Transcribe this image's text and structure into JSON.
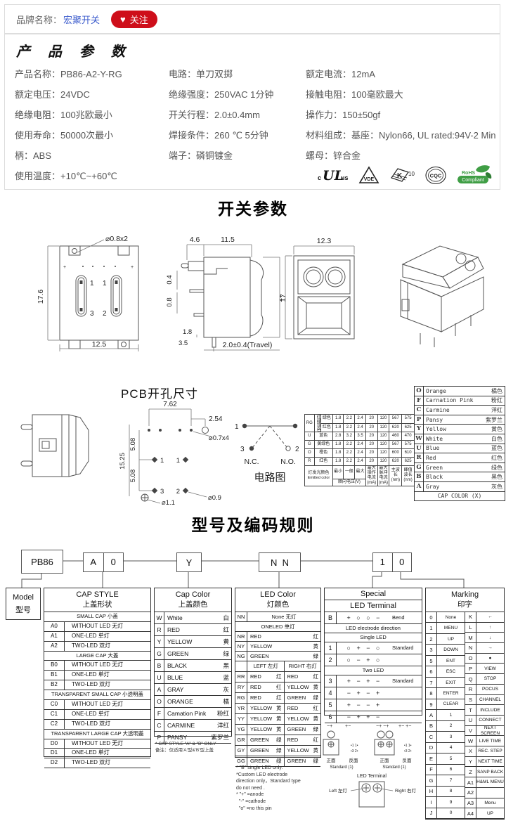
{
  "header": {
    "brand_label": "品牌名称：",
    "brand_name": "宏聚开关",
    "follow_label": "关注",
    "heart": "♥"
  },
  "product": {
    "title": "产 品 参 数",
    "col1": [
      {
        "label": "产品名称：",
        "value": "PB86-A2-Y-RG"
      },
      {
        "label": "额定电压：",
        "value": "24VDC"
      },
      {
        "label": "绝缘电阻：",
        "value": "100兆欧最小"
      },
      {
        "label": "使用寿命：",
        "value": "50000次最小"
      },
      {
        "label": "柄：",
        "value": "ABS"
      },
      {
        "label": "使用温度：",
        "value": "+10℃~+60℃"
      }
    ],
    "col2": [
      {
        "label": "电路：",
        "value": "单刀双掷"
      },
      {
        "label": "绝缘强度：",
        "value": "250VAC 1分钟"
      },
      {
        "label": "开关行程：",
        "value": "2.0±0.4mm"
      },
      {
        "label": "焊接条件：",
        "value": "260 ℃ 5分钟"
      },
      {
        "label": "端子：",
        "value": "磷铜镀金"
      }
    ],
    "col3": [
      {
        "label": "额定电流：",
        "value": "12mA"
      },
      {
        "label": "接触电阻：",
        "value": "100毫欧最大"
      },
      {
        "label": "操作力：",
        "value": "150±50gf"
      },
      {
        "label": "材料组成：",
        "value": "基座：Nylon66, UL  rated:94V-2 Min"
      },
      {
        "label": "螺母：",
        "value": "锌合金"
      }
    ],
    "certs": {
      "ul_c": "c",
      "ul": "UL",
      "ul_us": "us",
      "vde": "VDE",
      "enec_k": "K",
      "enec_num": "10",
      "cqc": "CQC",
      "rohs1": "RoHS",
      "rohs2": "Compliant"
    }
  },
  "sw": {
    "title": "开关参数",
    "front": {
      "hole": "⌀0.8x2",
      "h": "17.6",
      "w": "12.5",
      "p1": "1",
      "p2": "3",
      "p3": "1",
      "p4": "2",
      "plus": "+"
    },
    "side": {
      "d46": "4.6",
      "d115": "11.5",
      "d04": "0.4",
      "d08": "0.8",
      "d17": "17",
      "d18": "1.8",
      "d35": "3.5",
      "travel": "2.0±0.4(Travel)"
    },
    "face": {
      "w": "12.3",
      "h": "17"
    }
  },
  "pcb": {
    "title": "PCB开孔尺寸",
    "d762": "7.62",
    "d254": "2.54",
    "d1525": "15.25",
    "d508a": "5.08",
    "d508b": "5.08",
    "h07": "⌀0.7x4",
    "h09": "⌀0.9",
    "h11": "⌀1.1",
    "p1": "1",
    "p2": "1",
    "p3": "3",
    "p4": "2"
  },
  "circuit": {
    "title": "电路图",
    "p1": "1",
    "p3": "3",
    "p2": "2",
    "nc": "N.C.",
    "no": "N.O."
  },
  "led_spec": {
    "rg": "RG",
    "rg_vert": "红绿双色",
    "sub1": {
      "color": "绿色",
      "v": [
        "1.8",
        "2.2",
        "2.4",
        "20",
        "120",
        "567",
        "575"
      ]
    },
    "sub2": {
      "color": "红色",
      "v": [
        "1.8",
        "2.2",
        "2.4",
        "20",
        "120",
        "620",
        "625"
      ]
    },
    "rows": [
      {
        "code": "U",
        "color": "蓝色",
        "v": [
          "2.8",
          "3.2",
          "3.5",
          "20",
          "120",
          "460",
          "470"
        ]
      },
      {
        "code": "G",
        "color": "黄绿色",
        "v": [
          "1.8",
          "2.2",
          "2.4",
          "20",
          "120",
          "567",
          "575"
        ]
      },
      {
        "code": "O",
        "color": "橙色",
        "v": [
          "1.8",
          "2.2",
          "2.4",
          "20",
          "120",
          "600",
          "610"
        ]
      },
      {
        "code": "R",
        "color": "红色",
        "v": [
          "1.8",
          "2.2",
          "2.4",
          "20",
          "120",
          "620",
          "625"
        ]
      }
    ],
    "f": {
      "emitted": "灯发光颜色",
      "emitted_en": "Emitted color",
      "vmin": "最小",
      "vtyp": "一般",
      "vmax": "最大",
      "vf": "顺向电压(V)",
      "iop": "最大操作电流(mA)",
      "ipk": "最大脉冲电流(mA)",
      "wld": "主波长(nm)",
      "wlp": "峰值波长(nm)"
    }
  },
  "cap_color_x": {
    "rows": [
      {
        "c": "O",
        "en": "Orange",
        "cn": "橘色"
      },
      {
        "c": "F",
        "en": "Carnation Pink",
        "cn": "粉红"
      },
      {
        "c": "C",
        "en": "Carmine",
        "cn": "洋红"
      },
      {
        "c": "P",
        "en": "Pansy",
        "cn": "紫罗兰"
      },
      {
        "c": "Y",
        "en": "Yellow",
        "cn": "黄色"
      },
      {
        "c": "W",
        "en": "White",
        "cn": "白色"
      },
      {
        "c": "U",
        "en": "Blue",
        "cn": "蓝色"
      },
      {
        "c": "R",
        "en": "Red",
        "cn": "红色"
      },
      {
        "c": "G",
        "en": "Green",
        "cn": "绿色"
      },
      {
        "c": "B",
        "en": "Black",
        "cn": "黑色"
      },
      {
        "c": "A",
        "en": "Gray",
        "cn": "灰色"
      }
    ],
    "footer": "CAP COLOR (X)"
  },
  "coding": {
    "title": "型号及编码规则",
    "b_model": "PB86",
    "b_cap1": "A",
    "b_cap2": "0",
    "b_color": "Y",
    "b_led": "N  N",
    "b_sp1": "1",
    "b_sp2": "0"
  },
  "model_box": {
    "en": "Model",
    "cn": "型号"
  },
  "cap_style": {
    "en": "CAP STYLE",
    "cn": "上盖形状",
    "groups": [
      {
        "title": "SMALL CAP 小盖",
        "items": [
          {
            "c": "A0",
            "t": "WITHOUT LED 无灯"
          },
          {
            "c": "A1",
            "t": "ONE-LED 单灯"
          },
          {
            "c": "A2",
            "t": "TWO-LED 双灯"
          }
        ]
      },
      {
        "title": "LARGE CAP 大盖",
        "items": [
          {
            "c": "B0",
            "t": "WITHOUT LED 无灯"
          },
          {
            "c": "B1",
            "t": "ONE-LED 单灯"
          },
          {
            "c": "B2",
            "t": "TWO-LED 双灯"
          }
        ]
      },
      {
        "title": "TRANSPARENT SMALL CAP 小透明盖",
        "items": [
          {
            "c": "C0",
            "t": "WITHOUT LED 无灯"
          },
          {
            "c": "C1",
            "t": "ONE-LED 单灯"
          },
          {
            "c": "C2",
            "t": "TWO-LED 双灯"
          }
        ]
      },
      {
        "title": "TRANSPARENT LARGE CAP 大透明盖",
        "items": [
          {
            "c": "D0",
            "t": "WITHOUT LED 无灯"
          },
          {
            "c": "D1",
            "t": "ONE-LED 单灯"
          },
          {
            "c": "D2",
            "t": "TWO-LED 双灯"
          }
        ]
      }
    ]
  },
  "cap_color": {
    "en": "Cap Color",
    "cn": "上盖颜色",
    "rows": [
      {
        "c": "W",
        "en": "White",
        "cn": "白"
      },
      {
        "c": "R",
        "en": "RED",
        "cn": "红"
      },
      {
        "c": "Y",
        "en": "YELLOW",
        "cn": "黄"
      },
      {
        "c": "G",
        "en": "GREEN",
        "cn": "绿"
      },
      {
        "c": "B",
        "en": "BLACK",
        "cn": "黑"
      },
      {
        "c": "U",
        "en": "BLUE",
        "cn": "蓝"
      },
      {
        "c": "A",
        "en": "GRAY",
        "cn": "灰"
      },
      {
        "c": "O",
        "en": "ORANGE",
        "cn": "橘"
      },
      {
        "c": "F",
        "en": "Camation Pink",
        "cn": "粉红"
      },
      {
        "c": "C",
        "en": "CARMINE",
        "cn": "洋红"
      },
      {
        "c": "P",
        "en": "PANSY",
        "cn": "紫罗兰"
      }
    ],
    "note1": "* CAP STYLE \"A\" & \"B\" ONLY",
    "note2": "备注：仅适用'A'型&'B'型上盖"
  },
  "led_color": {
    "en": "LED Color",
    "cn": "灯颜色",
    "nn_code": "NN",
    "nn_label": "None 无灯",
    "one_header": "ONELED  单灯",
    "one": [
      {
        "c": "NR",
        "en": "RED",
        "cn": "红"
      },
      {
        "c": "NY",
        "en": "YELLOW",
        "cn": "黄"
      },
      {
        "c": "NG",
        "en": "GREEN",
        "cn": "绿"
      }
    ],
    "left_header": "LEFT 左灯",
    "right_header": "RIGHT 右灯",
    "two": [
      {
        "c": "RR",
        "len": "RED",
        "lcn": "红",
        "ren": "RED",
        "rcn": "红"
      },
      {
        "c": "RY",
        "len": "RED",
        "lcn": "红",
        "ren": "YELLOW",
        "rcn": "黄"
      },
      {
        "c": "RG",
        "len": "RED",
        "lcn": "红",
        "ren": "GREEN",
        "rcn": "绿"
      },
      {
        "c": "YR",
        "len": "YELLOW",
        "lcn": "黄",
        "ren": "RED",
        "rcn": "红"
      },
      {
        "c": "YY",
        "len": "YELLOW",
        "lcn": "黄",
        "ren": "YELLOW",
        "rcn": "黄"
      },
      {
        "c": "YG",
        "len": "YELLOW",
        "lcn": "黄",
        "ren": "GREEN",
        "rcn": "绿"
      },
      {
        "c": "GR",
        "len": "GREEN",
        "lcn": "绿",
        "ren": "RED",
        "rcn": "红"
      },
      {
        "c": "GY",
        "len": "GREEN",
        "lcn": "绿",
        "ren": "YELLOW",
        "rcn": "黄"
      },
      {
        "c": "GG",
        "len": "GREEN",
        "lcn": "绿",
        "ren": "GREEN",
        "rcn": "绿"
      }
    ],
    "notes": "* \"B\" single LED only.\n*Custom LED electrode\ndirection only，Standard type\ndo not need .\n* \"+\" =anode\n  \"-\" =cathode\n  \"o\" =no this pin"
  },
  "special": {
    "t1": "Special",
    "t2": "LED Terminal",
    "b": {
      "c": "B",
      "sym": "+ ○ ○ −",
      "note": "Bend"
    },
    "dir": "LED electrode direction",
    "single_h": "Single LED",
    "single": [
      {
        "c": "1",
        "sym": "○ + − ○",
        "note": "Standard"
      },
      {
        "c": "2",
        "sym": "○ − + ○",
        "note": ""
      }
    ],
    "two_h": "Two LED",
    "two": [
      {
        "c": "3",
        "sym": "+ − + −",
        "note": "Standard"
      },
      {
        "c": "4",
        "sym": "− + − +",
        "note": ""
      },
      {
        "c": "5",
        "sym": "+ − − +",
        "note": ""
      },
      {
        "c": "6",
        "sym": "− + + −",
        "note": ""
      }
    ]
  },
  "marking": {
    "en": "Marking",
    "cn": "印字",
    "left": [
      {
        "c": "0",
        "t": "None"
      },
      {
        "c": "1",
        "t": "MENU"
      },
      {
        "c": "2",
        "t": "UP"
      },
      {
        "c": "3",
        "t": "DOWN"
      },
      {
        "c": "5",
        "t": "ENT"
      },
      {
        "c": "6",
        "t": "ESC"
      },
      {
        "c": "7",
        "t": "EXIT"
      },
      {
        "c": "8",
        "t": "ENTER"
      },
      {
        "c": "9",
        "t": "CLEAR"
      },
      {
        "c": "A",
        "t": "1"
      },
      {
        "c": "B",
        "t": "2"
      },
      {
        "c": "C",
        "t": "3"
      },
      {
        "c": "D",
        "t": "4"
      },
      {
        "c": "E",
        "t": "5"
      },
      {
        "c": "F",
        "t": "6"
      },
      {
        "c": "G",
        "t": "7"
      },
      {
        "c": "H",
        "t": "8"
      },
      {
        "c": "I",
        "t": "9"
      },
      {
        "c": "J",
        "t": "0"
      }
    ],
    "right": [
      {
        "c": "K",
        "t": "←"
      },
      {
        "c": "L",
        "t": "↑"
      },
      {
        "c": "M",
        "t": "↓"
      },
      {
        "c": "N",
        "t": "→"
      },
      {
        "c": "O",
        "t": "●"
      },
      {
        "c": "P",
        "t": "VIEW"
      },
      {
        "c": "Q",
        "t": "STOP"
      },
      {
        "c": "R",
        "t": "POCUS"
      },
      {
        "c": "S",
        "t": "CHANNEL"
      },
      {
        "c": "T",
        "t": "INCLUDE"
      },
      {
        "c": "U",
        "t": "CONNECT"
      },
      {
        "c": "V",
        "t": "NEXT SCREEN"
      },
      {
        "c": "W",
        "t": "LIVE TIME"
      },
      {
        "c": "X",
        "t": "REC. STEP"
      },
      {
        "c": "Y",
        "t": "NEXT TIME"
      },
      {
        "c": "Z",
        "t": "SANP BACK"
      },
      {
        "c": "A1",
        "t": "H&ML MENU"
      },
      {
        "c": "A2",
        "t": ""
      },
      {
        "c": "A3",
        "t": "Menu"
      },
      {
        "c": "A4",
        "t": "UP"
      }
    ]
  },
  "term": {
    "front": "正面",
    "back": "反面",
    "std": "Standard (1)",
    "led_terminal": "LED Terminal",
    "left": "Left 左灯",
    "right": "Right 右灯",
    "r1": "•1  1•",
    "r2": "•3  2•"
  }
}
